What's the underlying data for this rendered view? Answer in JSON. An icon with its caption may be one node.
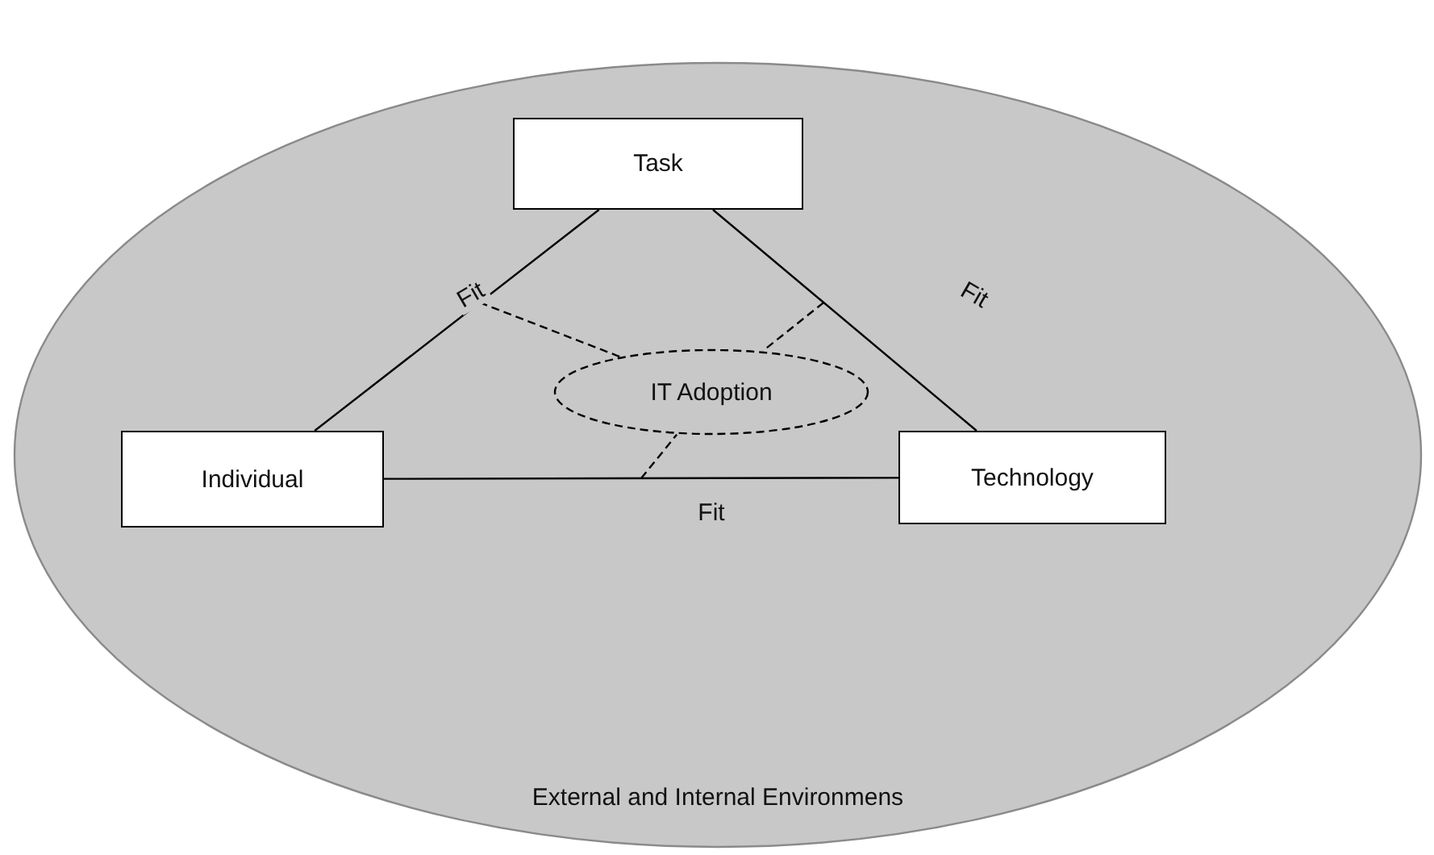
{
  "diagram": {
    "nodes": [
      {
        "text": [
          "External and Internal Environmens"
        ]
      },
      {
        "text": [
          "Task"
        ],
        "in": 0
      },
      {
        "text": [
          "Individual"
        ],
        "in": 0
      },
      {
        "text": [
          "Technology"
        ],
        "in": 0
      },
      {
        "text": [
          "IT Adoption"
        ],
        "in": 0
      }
    ],
    "edges": [
      {
        "from": 1,
        "to": 2,
        "arrow": "none",
        "label": "Fit"
      },
      {
        "from": 1,
        "to": 3,
        "arrow": "none",
        "label": "Fit"
      },
      {
        "from": 2,
        "to": 3,
        "arrow": "none",
        "label": "Fit"
      },
      {
        "from": null,
        "to": 4,
        "arrow": "none",
        "style": "dashed"
      },
      {
        "from": null,
        "to": 4,
        "arrow": "none",
        "style": "dashed"
      },
      {
        "from": null,
        "to": 4,
        "arrow": "none",
        "style": "dashed"
      }
    ]
  }
}
